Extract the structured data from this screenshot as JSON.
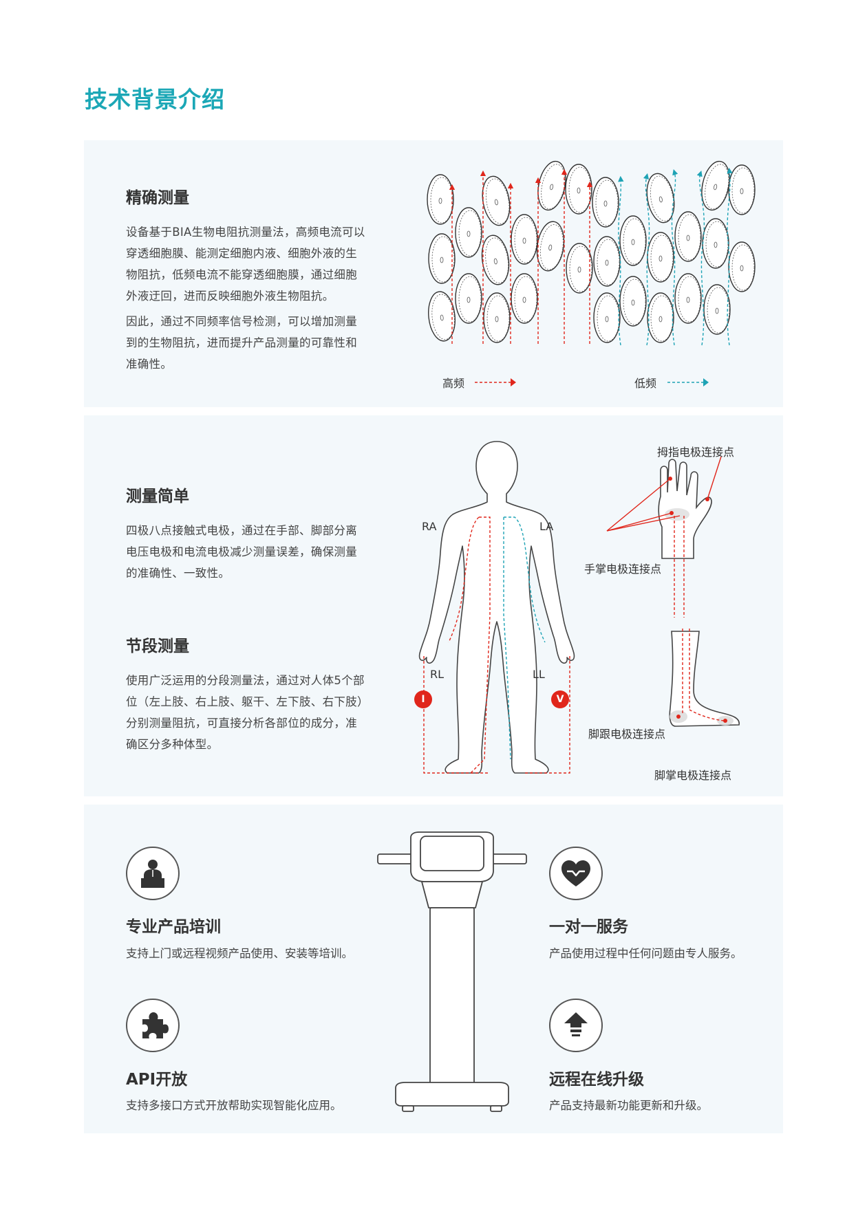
{
  "page_title": "技术背景介绍",
  "precise": {
    "title": "精确测量",
    "para1": "设备基于BIA生物电阻抗测量法，高频电流可以穿透细胞膜、能测定细胞内液、细胞外液的生物阻抗，低频电流不能穿透细胞膜，通过细胞外液迂回，进而反映细胞外液生物阻抗。",
    "para2": "因此，通过不同频率信号检测，可以增加测量到的生物阻抗，进而提升产品测量的可靠性和准确性。",
    "legend_high": "高频",
    "legend_low": "低频",
    "high_color": "#e0261b",
    "low_color": "#1ea3b5"
  },
  "simple": {
    "title": "测量简单",
    "para": "四极八点接触式电极，通过在手部、脚部分离电压电极和电流电极减少测量误差，确保测量的准确性、一致性。"
  },
  "segment": {
    "title": "节段测量",
    "para": "使用广泛运用的分段测量法，通过对人体5个部位（左上肢、右上肢、躯干、左下肢、右下肢）分别测量阻抗，可直接分析各部位的成分，准确区分多种体型。"
  },
  "body_diagram": {
    "ra": "RA",
    "la": "LA",
    "rl": "RL",
    "ll": "LL",
    "current_marker": "I",
    "voltage_marker": "V",
    "thumb_point": "拇指电极连接点",
    "palm_point": "手掌电极连接点",
    "heel_point": "脚跟电极连接点",
    "sole_point": "脚掌电极连接点"
  },
  "services": [
    {
      "icon": "trainer-icon",
      "title": "专业产品培训",
      "desc": "支持上门或远程视频产品使用、安装等培训。"
    },
    {
      "icon": "puzzle-icon",
      "title": "API开放",
      "desc": "支持多接口方式开放帮助实现智能化应用。"
    },
    {
      "icon": "heart-handshake-icon",
      "title": "一对一服务",
      "desc": "产品使用过程中任何问题由专人服务。"
    },
    {
      "icon": "upgrade-arrow-icon",
      "title": "远程在线升级",
      "desc": "产品支持最新功能更新和升级。"
    }
  ]
}
